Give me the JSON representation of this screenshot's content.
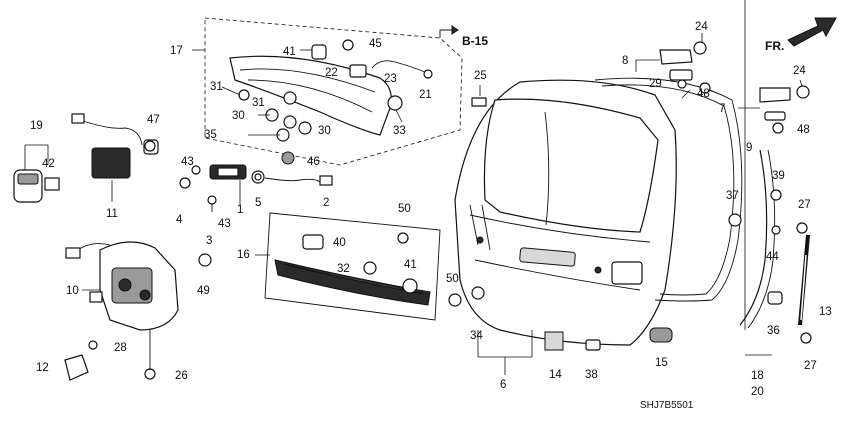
{
  "references": {
    "section": "B-15",
    "front": "FR.",
    "diagram_code": "SHJ7B5501"
  },
  "callouts": {
    "c1": "1",
    "c2": "2",
    "c3": "3",
    "c4": "4",
    "c5": "5",
    "c6": "6",
    "c7": "7",
    "c8": "8",
    "c9": "9",
    "c10": "10",
    "c11": "11",
    "c12": "12",
    "c13a": "13",
    "c14": "14",
    "c15": "15",
    "c16": "16",
    "c17": "17",
    "c18": "18",
    "c19": "19",
    "c20": "20",
    "c21": "21",
    "c22": "22",
    "c23": "23",
    "c24a": "24",
    "c24b": "24",
    "c25": "25",
    "c26": "26",
    "c27a": "27",
    "c27b": "27",
    "c28": "28",
    "c29": "29",
    "c30a": "30",
    "c30b": "30",
    "c31a": "31",
    "c31b": "31",
    "c32": "32",
    "c33": "33",
    "c34": "34",
    "c35": "35",
    "c36": "36",
    "c37": "37",
    "c38": "38",
    "c39": "39",
    "c40": "40",
    "c41a": "41",
    "c41b": "41",
    "c42": "42",
    "c43a": "43",
    "c43b": "43",
    "c44": "44",
    "c45": "45",
    "c46": "46",
    "c47": "47",
    "c48a": "48",
    "c48b": "48",
    "c49": "49",
    "c50a": "50",
    "c50b": "50"
  }
}
